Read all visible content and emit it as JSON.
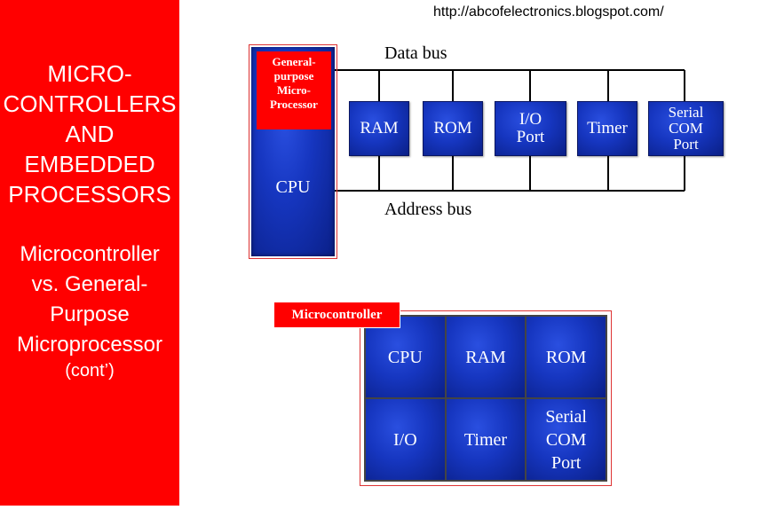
{
  "url": "http://abcofelectronics.blogspot.com/",
  "left_panel": {
    "title_lines": [
      "MICRO-",
      "CONTROLLERS",
      "AND",
      "EMBEDDED",
      "PROCESSORS"
    ],
    "subtitle_lines": [
      "Microcontroller",
      "vs. General-",
      "Purpose",
      "Microprocessor"
    ],
    "note": "(cont’)",
    "color": "#ff0000"
  },
  "top_diagram": {
    "data_bus_label": "Data bus",
    "address_bus_label": "Address bus",
    "gp_label_lines": [
      "General-",
      "purpose",
      "Micro-",
      "Processor"
    ],
    "cpu_label": "CPU",
    "chips": [
      {
        "lines": [
          "RAM"
        ]
      },
      {
        "lines": [
          "ROM"
        ]
      },
      {
        "lines": [
          "I/O",
          "Port"
        ]
      },
      {
        "lines": [
          "Timer"
        ]
      },
      {
        "lines": [
          "Serial",
          "COM",
          "Port"
        ]
      }
    ]
  },
  "bottom_diagram": {
    "label": "Microcontroller",
    "cells": [
      {
        "lines": [
          "CPU"
        ]
      },
      {
        "lines": [
          "RAM"
        ]
      },
      {
        "lines": [
          "ROM"
        ]
      },
      {
        "lines": [
          "I/O"
        ]
      },
      {
        "lines": [
          "Timer"
        ]
      },
      {
        "lines": [
          "Serial",
          "COM",
          "Port"
        ]
      }
    ]
  },
  "colors": {
    "accent_red": "#ff0000",
    "chip_blue": "#1636c0"
  }
}
